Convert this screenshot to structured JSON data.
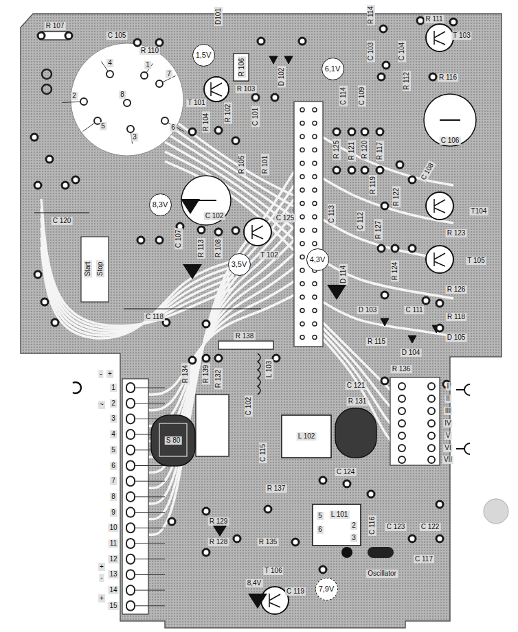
{
  "diagram": {
    "nodes": [
      {
        "text": [
          "1,5V"
        ]
      },
      {
        "text": [
          "6,1V"
        ]
      },
      {
        "text": [
          "8,3V"
        ]
      },
      {
        "text": [
          "3,5V"
        ]
      },
      {
        "text": [
          "4,3V"
        ]
      },
      {
        "text": [
          "7,9V"
        ]
      }
    ],
    "labels": [
      "R 107",
      "C 105",
      "R 110",
      "D101",
      "R 114",
      "R 111",
      "C 103",
      "C 104",
      "T 103",
      "R 112",
      "R 116",
      "R 106",
      "D 102",
      "T 101",
      "R 103",
      "R 102",
      "R 104",
      "C 101",
      "C 114",
      "C 109",
      "C 106",
      "R 125",
      "R 121",
      "R 120",
      "R 117",
      "C 108",
      "R 105",
      "R 101",
      "R 119",
      "R 122",
      "C 102",
      "T104",
      "C 120",
      "C 125",
      "C 113",
      "C 112",
      "R 127",
      "R 123",
      "C 107",
      "R 113",
      "R 108",
      "T 102",
      "D 114",
      "R 124",
      "T 105",
      "R 126",
      "Start",
      "Stop",
      "C 118",
      "D 103",
      "C 111",
      "R 118",
      "D 105",
      "D 104",
      "R 115",
      "R 138",
      "R 134",
      "R 139",
      "R 132",
      "L 103",
      "R 136",
      "C 121",
      "R 131",
      "I",
      "II",
      "III",
      "IV",
      "V",
      "VI",
      "VII",
      "1",
      "2",
      "3",
      "4",
      "5",
      "6",
      "7",
      "8",
      "9",
      "10",
      "11",
      "12",
      "13",
      "14",
      "15",
      "+",
      "-",
      "~",
      "+",
      "-",
      "+",
      "S 80",
      "C 102",
      "C 115",
      "L 102",
      "R 137",
      "C 124",
      "R 129",
      "R 128",
      "R 135",
      "L 101",
      "C 116",
      "C 123",
      "C 122",
      "C 117",
      "T 106",
      "8,4V",
      "C 119",
      "Oscillator",
      "4",
      "1",
      "7",
      "2",
      "8",
      "5",
      "3",
      "6",
      "5",
      "6",
      "2",
      "3"
    ]
  }
}
